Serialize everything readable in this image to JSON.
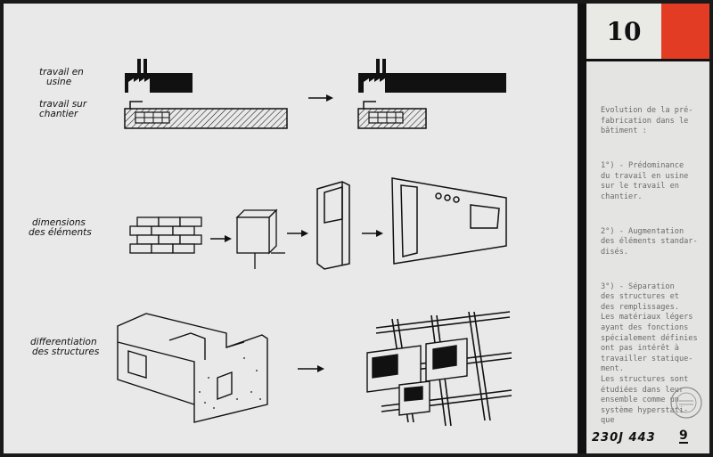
{
  "labels": {
    "usine": [
      "travail en",
      "usine"
    ],
    "chantier": [
      "travail sur",
      "chantier"
    ],
    "dimensions": [
      "dimensions",
      "des éléments"
    ],
    "differentiation": [
      "differentiation",
      "des structures"
    ]
  },
  "plate_number": "10",
  "description": [
    "Evolution de la pré-\nfabrication dans le\nbâtiment :",
    "1°) - Prédominance\ndu travail en usine\nsur le travail en\nchantier.",
    "2°) - Augmentation\ndes éléments standar-\ndisés.",
    "3°) - Séparation\ndes structures et\ndes remplissages.\nLes matériaux légers\nayant des fonctions\nspécialement définies\nont pas intérêt à\ntravailler statique-\nment.\nLes structures sont\nétudiées dans leur\nensemble comme un\nsystème hyperstati-\nque"
  ],
  "reference": "230J 443",
  "page_number": "9",
  "colors": {
    "accent_red": "#e23c25",
    "ink": "#111111",
    "paper": "#e8e9e8"
  },
  "icons": [
    "right-arrow-icon",
    "archive-stamp-icon"
  ]
}
